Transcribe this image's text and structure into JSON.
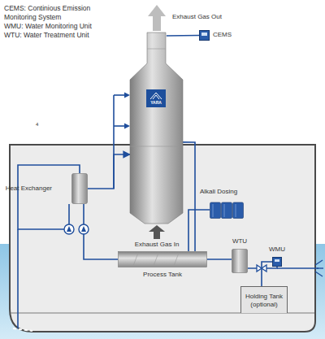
{
  "diagram": {
    "nodes": [
      {
        "text": [
          "YARA"
        ]
      },
      {
        "text": [
          "CEMS"
        ]
      },
      {
        "text": [
          "Heat Exchanger"
        ]
      },
      {
        "text": [
          "Alkali Dosing"
        ]
      },
      {
        "text": [
          "Process Tank"
        ]
      },
      {
        "text": [
          "WTU"
        ]
      },
      {
        "text": [
          "WMU"
        ]
      },
      {
        "text": [
          "Holding Tank (optional)"
        ]
      }
    ],
    "edges": [
      {
        "from": 2,
        "to": 0,
        "arrow": "to"
      },
      {
        "from": 0,
        "to": 4,
        "arrow": "none"
      },
      {
        "from": 3,
        "to": 4,
        "arrow": "none"
      },
      {
        "from": 4,
        "to": 2,
        "arrow": "none"
      },
      {
        "from": 4,
        "to": 5,
        "arrow": "none"
      },
      {
        "from": 5,
        "to": 6,
        "arrow": "none"
      },
      {
        "from": 6,
        "to": 7,
        "arrow": "none"
      },
      {
        "from": 1,
        "to": 0,
        "arrow": "none"
      }
    ],
    "labels": [
      "CEMS: Continious Emission Monitoring System",
      "WMU: Water Monitoring Unit",
      "WTU: Water Treatment Unit",
      "4",
      "Exhaust Gas Out",
      "Exhaust Gas In"
    ]
  }
}
